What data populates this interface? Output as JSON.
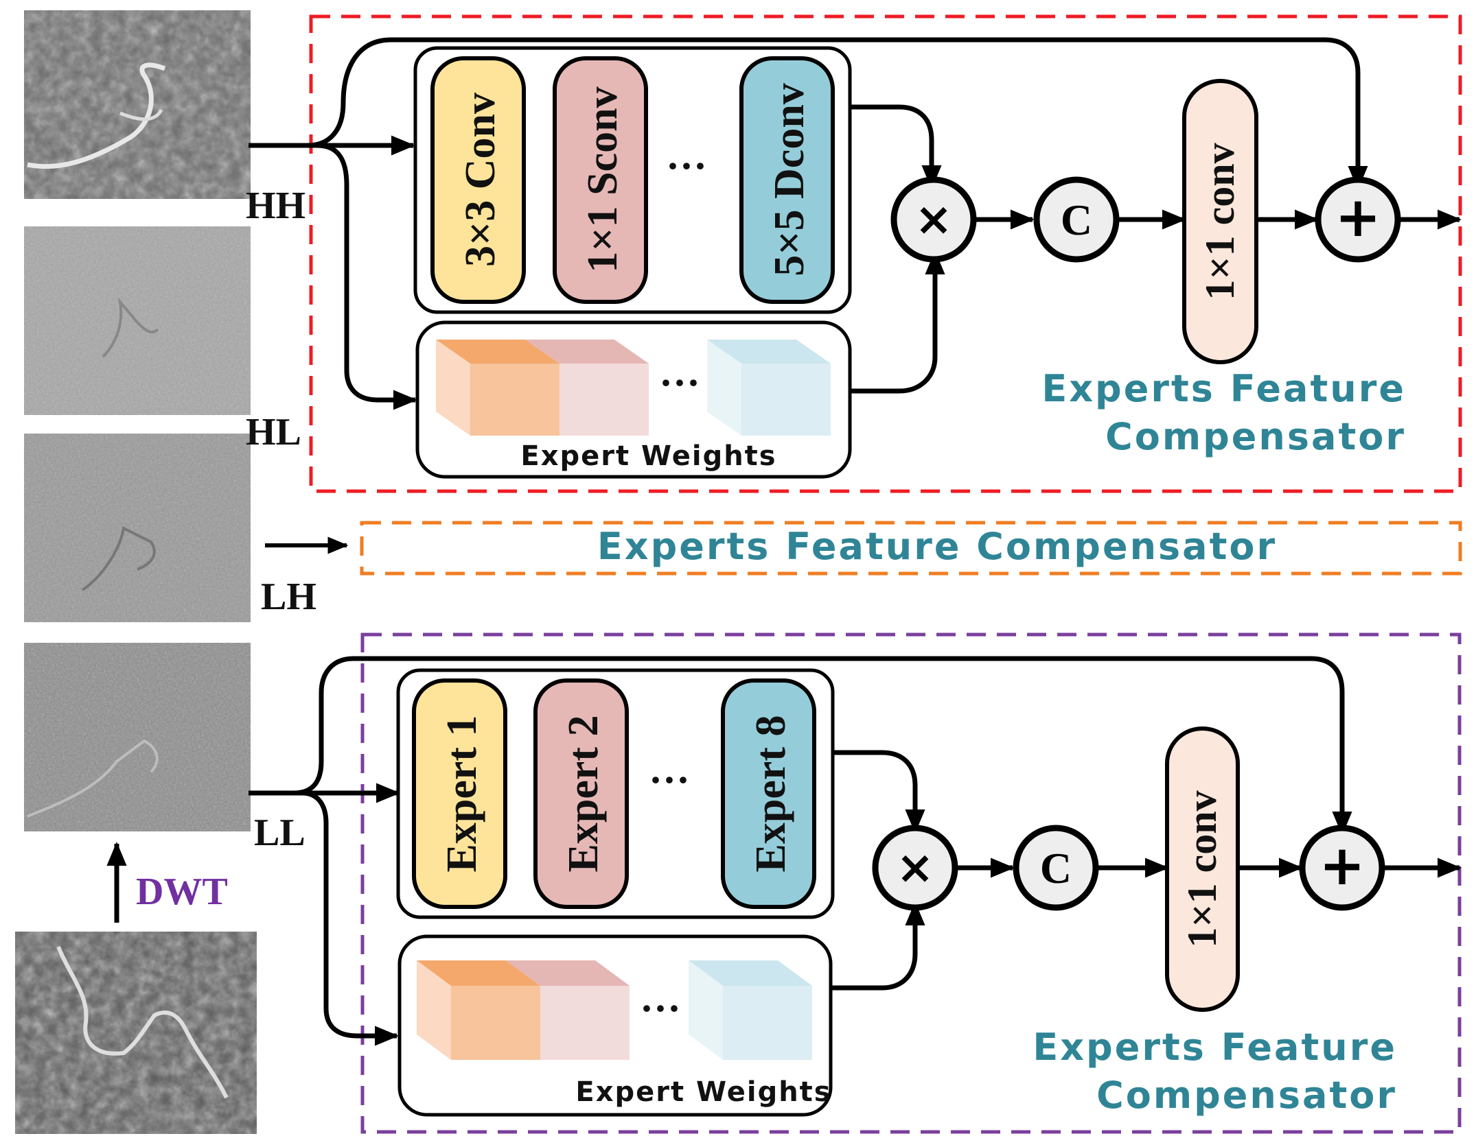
{
  "colors": {
    "red_box": "#ee1c24",
    "orange_box": "#ef7d23",
    "purple_box": "#7a3f9d",
    "teal_text": "#2f8596",
    "purple_text": "#7030a0",
    "yellow": "#fde49a",
    "pink": "#e5b8b6",
    "blue": "#94cdd9",
    "peach": "#fbe7db",
    "op_fill": "#eeeeee"
  },
  "bands": {
    "hh": "HH",
    "hl": "HL",
    "lh": "LH",
    "ll": "LL",
    "dwt": "DWT"
  },
  "top_module": {
    "experts": [
      "3×3 Conv",
      "1×1 Sconv",
      "5×5 Dconv"
    ],
    "ellipsis": "···",
    "weights_label": "Expert Weights",
    "multiply": "×",
    "concat": "C",
    "conv": "1×1 conv",
    "add": "+",
    "title_line1": "Experts Feature",
    "title_line2": "Compensator"
  },
  "middle_module": {
    "title": "Experts Feature Compensator"
  },
  "bottom_module": {
    "experts": [
      "Expert 1",
      "Expert 2",
      "Expert 8"
    ],
    "ellipsis": "···",
    "weights_label": "Expert Weights",
    "multiply": "×",
    "concat": "C",
    "conv": "1×1 conv",
    "add": "+",
    "title_line1": "Experts Feature",
    "title_line2": "Compensator"
  }
}
